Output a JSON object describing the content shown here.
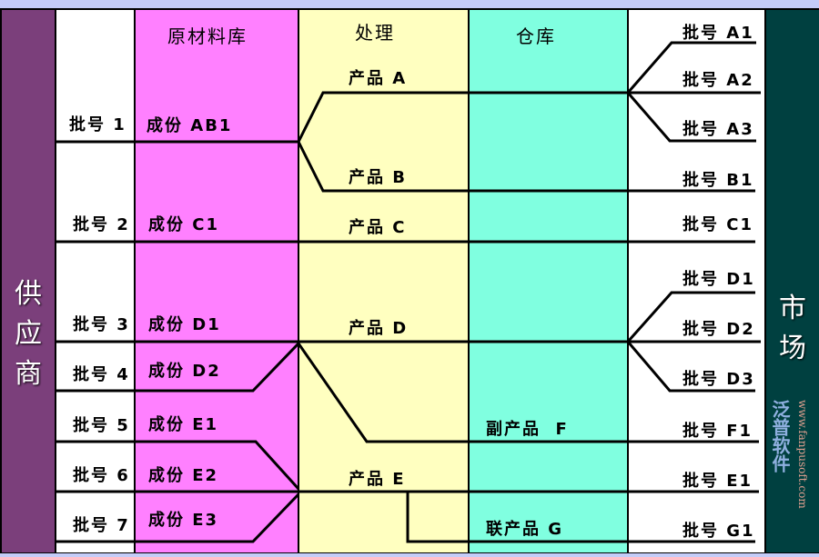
{
  "supplier_label": "供应商",
  "market_label": "市场",
  "headers": {
    "raw": "原材料库",
    "process": "处理",
    "warehouse": "仓库"
  },
  "batches_in": [
    "批号 1",
    "批号 2",
    "批号 3",
    "批号 4",
    "批号 5",
    "批号 6",
    "批号 7"
  ],
  "components": [
    "成份 AB1",
    "成份 C1",
    "成份 D1",
    "成份 D2",
    "成份 E1",
    "成份 E2",
    "成份 E3"
  ],
  "products": [
    "产品 A",
    "产品 B",
    "产品 C",
    "产品 D",
    "产品 E"
  ],
  "warehouse_items": [
    "副产品  F",
    "联产品 G"
  ],
  "batches_out": [
    "批号 A1",
    "批号 A2",
    "批号 A3",
    "批号 B1",
    "批号 C1",
    "批号 D1",
    "批号 D2",
    "批号 D3",
    "批号 F1",
    "批号 E1",
    "批号 G1"
  ],
  "watermark": {
    "name": "泛普软件",
    "url": "www.fanpusoft.com"
  },
  "colors": {
    "supplier": "#7b3f7b",
    "raw": "#ff80ff",
    "process": "#ffffc0",
    "warehouse": "#80ffe0",
    "market": "#004040"
  }
}
